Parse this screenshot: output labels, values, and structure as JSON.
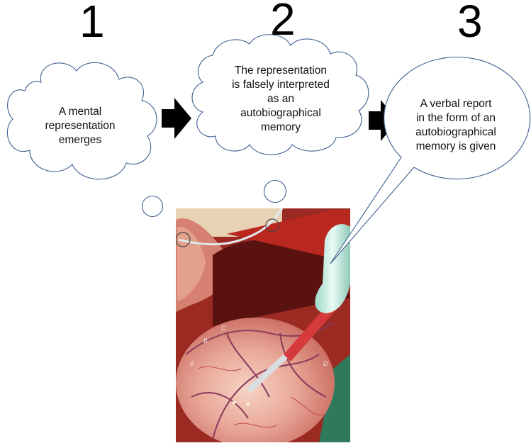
{
  "steps": [
    {
      "number": "1",
      "lines": [
        "A mental",
        "representation",
        "emerges"
      ]
    },
    {
      "number": "2",
      "lines": [
        "The  representation",
        "is falsely interpreted",
        "as an",
        "autobiographical",
        "memory"
      ]
    },
    {
      "number": "3",
      "lines": [
        "A verbal report",
        "in the form of an",
        "autobiographical",
        "memory is given"
      ]
    }
  ],
  "photo": {
    "electrode_labels": [
      "A",
      "B",
      "C",
      "D"
    ]
  },
  "colors": {
    "outline": "#3f5f8f",
    "arrow": "#000000",
    "text": "#111111"
  }
}
